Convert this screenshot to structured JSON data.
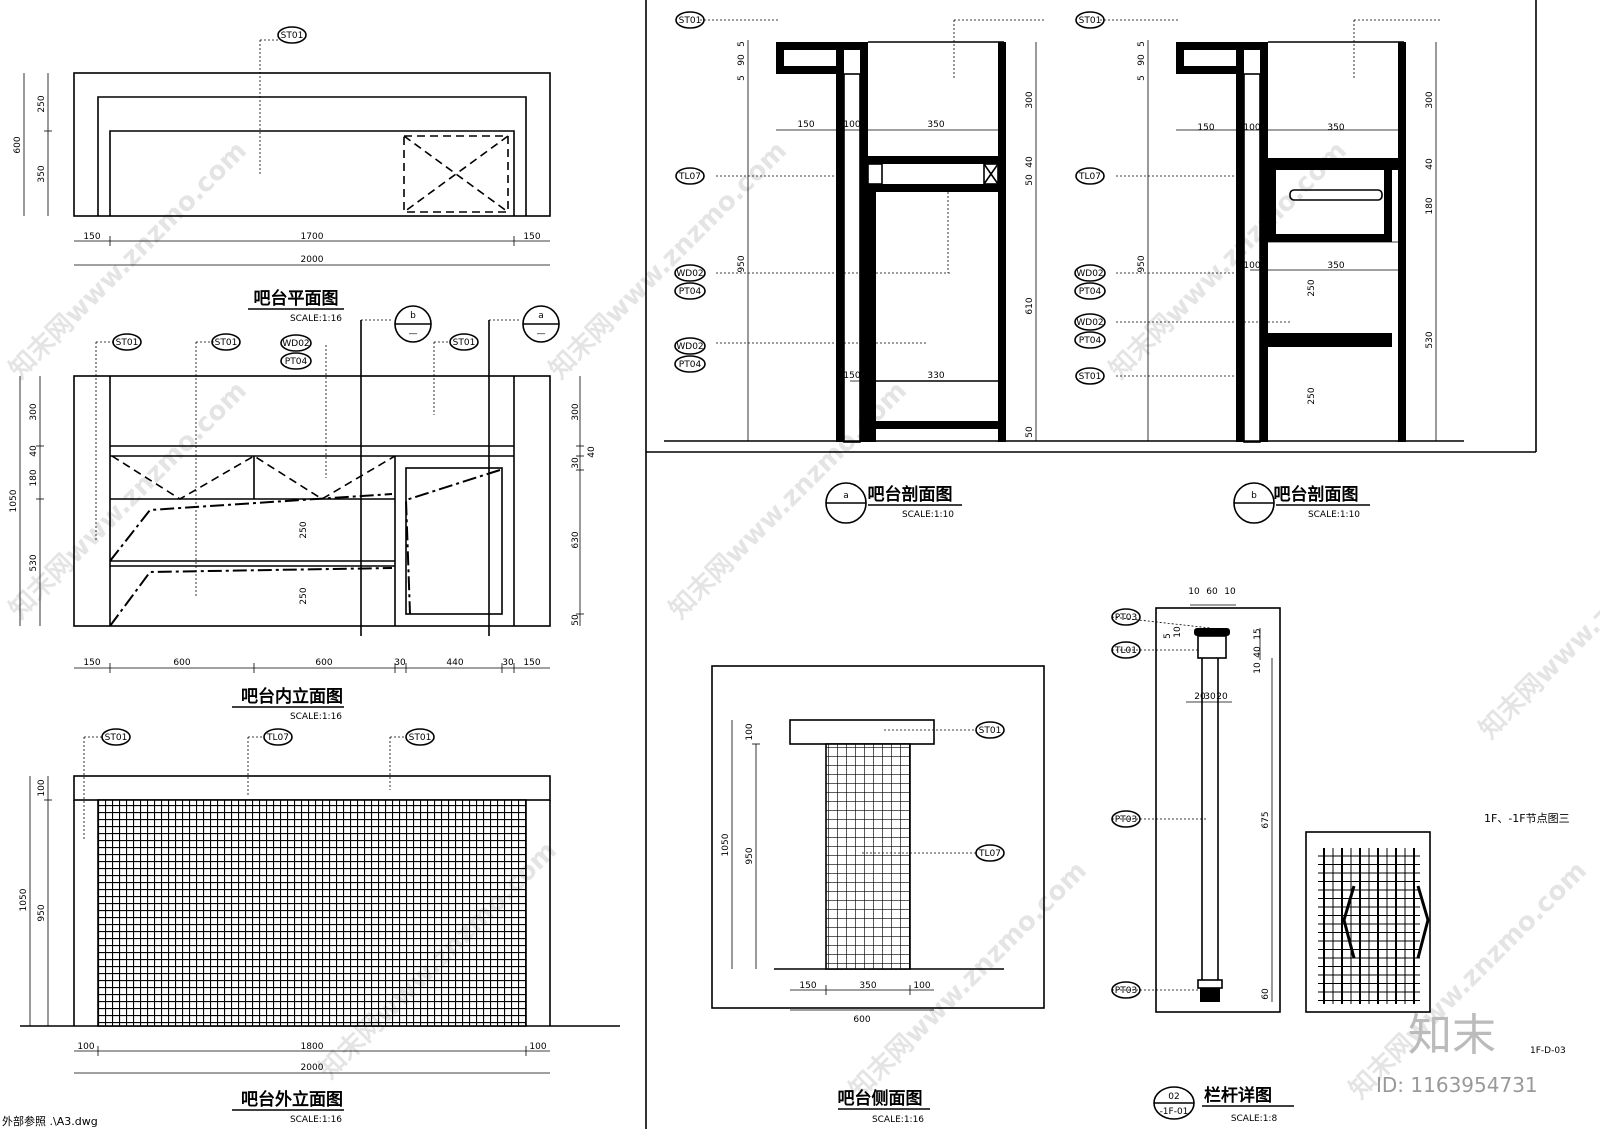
{
  "titles": {
    "plan": "吧台平面图",
    "inner_elev": "吧台内立面图",
    "outer_elev": "吧台外立面图",
    "section_a": "吧台剖面图",
    "section_b": "吧台剖面图",
    "side": "吧台侧面图",
    "rail": "栏杆详图",
    "node": "1F、-1F节点图三"
  },
  "scales": {
    "plan": "SCALE:1:16",
    "inner_elev": "SCALE:1:16",
    "outer_elev": "SCALE:1:16",
    "section_a": "SCALE:1:10",
    "section_b": "SCALE:1:10",
    "side": "SCALE:1:16",
    "rail": "SCALE:1:8"
  },
  "markers": {
    "a": "a",
    "b": "b",
    "dash": "—",
    "rail_num": "02",
    "rail_ref": "-1F-01"
  },
  "tags": {
    "st01": "ST01",
    "tl07": "TL07",
    "wd02": "WD02",
    "pt04": "PT04",
    "pt03": "PT03",
    "tl01": "TL01"
  },
  "plan_dims": {
    "h250": "250",
    "h350": "350",
    "h600": "600",
    "w150a": "150",
    "w1700": "1700",
    "w150b": "150",
    "w2000": "2000"
  },
  "inner_dims": {
    "v300": "300",
    "v40": "40",
    "v180": "180",
    "v530": "530",
    "v1050": "1050",
    "v250a": "250",
    "v250b": "250",
    "r300": "300",
    "r40": "40",
    "r30": "30",
    "r630": "630",
    "r50": "50",
    "b150a": "150",
    "b600a": "600",
    "b600b": "600",
    "b30a": "30",
    "b440": "440",
    "b30b": "30",
    "b150b": "150"
  },
  "outer_dims": {
    "v100": "100",
    "v950": "950",
    "v1050": "1050",
    "b100a": "100",
    "b1800": "1800",
    "b100b": "100",
    "b2000": "2000"
  },
  "section_dims": {
    "t5a": "5",
    "t90": "90",
    "t5b": "5",
    "w150": "150",
    "w100": "100",
    "w350": "350",
    "v950": "950",
    "r300": "300",
    "r40": "40",
    "r50": "50",
    "r610": "610",
    "r50b": "50",
    "b150": "150",
    "b330": "330",
    "r180": "180",
    "r530": "530",
    "i100": "100",
    "i350": "350",
    "i250a": "250",
    "i250b": "250"
  },
  "side_dims": {
    "v100": "100",
    "v950": "950",
    "v1050": "1050",
    "b150": "150",
    "b350": "350",
    "b100": "100",
    "b600": "600"
  },
  "rail_dims": {
    "t10a": "10",
    "t60": "60",
    "t10b": "10",
    "s5": "5",
    "s10": "10",
    "r10": "10",
    "r40": "40",
    "r15": "15",
    "m20a": "20",
    "m30": "30",
    "m20b": "20",
    "v675": "675",
    "v60": "60"
  },
  "footer": {
    "xref": "外部参照 .\\A3.dwg",
    "sheet_code": "1F-D-03",
    "logo": "知末",
    "id": "ID: 1163954731"
  },
  "watermark": "知末网www.znzmo.com"
}
